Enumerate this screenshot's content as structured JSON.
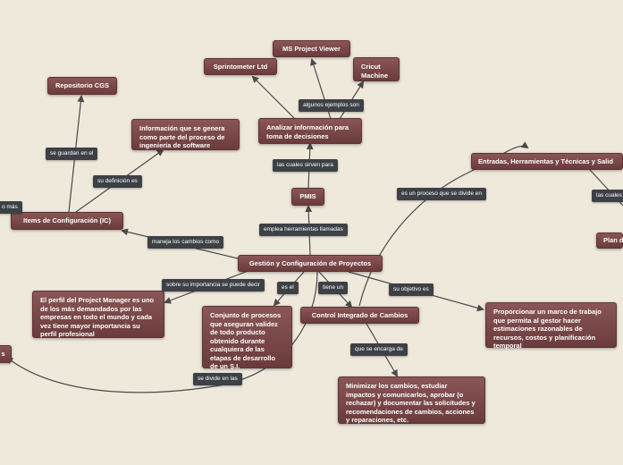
{
  "nodes": {
    "gestion": "Gestión y Configuración de Proyectos",
    "pmis": "PMIS",
    "analizar": "Analizar información para toma de decisiones",
    "ms_project": "MS Project Viewer",
    "sprintometer": "Sprintometer Ltd",
    "cricut": "Cricut Machine",
    "items": "Items de Configuración (IC)",
    "repositorio": "Repositorio CGS",
    "informacion": "Información que se genera como parte del proceso de ingeniería de software",
    "entradas": "Entradas, Herramientas y Técnicas y Salid",
    "plan": "Plan d",
    "proporcionar": "Proporcionar un marco de trabajo que permita al gestor hacer estimaciones razonables de recursos, costos y planificación temporal",
    "control": "Control Integrado de Cambios",
    "minimizar": "Minimizar los cambios, estudiar impactos y comunicarlos, aprobar (o rechazar) y documentar las solicitudes y recomendaciones de cambios, acciones y reparaciones, etc.",
    "conjunto": "Conjunto de procesos que aseguran validez de todo producto obtenido durante cualquiera de las etapas de desarrollo de un S.I.",
    "perfil": "El perfil del Project Manager es uno de los más demandados por las empresas en todo el mundo y cada vez tiene mayor importancia su perfil profesional",
    "left_stub": "s"
  },
  "labels": {
    "emplea": "emplea herramientas llamadas",
    "sirven": "las cuales sirven para",
    "ejemplos": "algunos ejemplos son",
    "maneja": "maneja los cambios como",
    "guardan": "se guardan en el",
    "definicion": "su definición es",
    "mas": "o más",
    "proceso": "es un proceso que se divide en",
    "cuales": "las cuales",
    "objetivo": "su objetivo es",
    "importancia": "sobre su importancia se puede decir",
    "esel": "es el",
    "tieneun": "tiene un",
    "encarga": "que se encarga de",
    "divide": "se divide en las"
  },
  "colors": {
    "background": "#efe9dc",
    "node": "#7a4545",
    "label": "#3d4146",
    "link": "#4a4a4a"
  }
}
